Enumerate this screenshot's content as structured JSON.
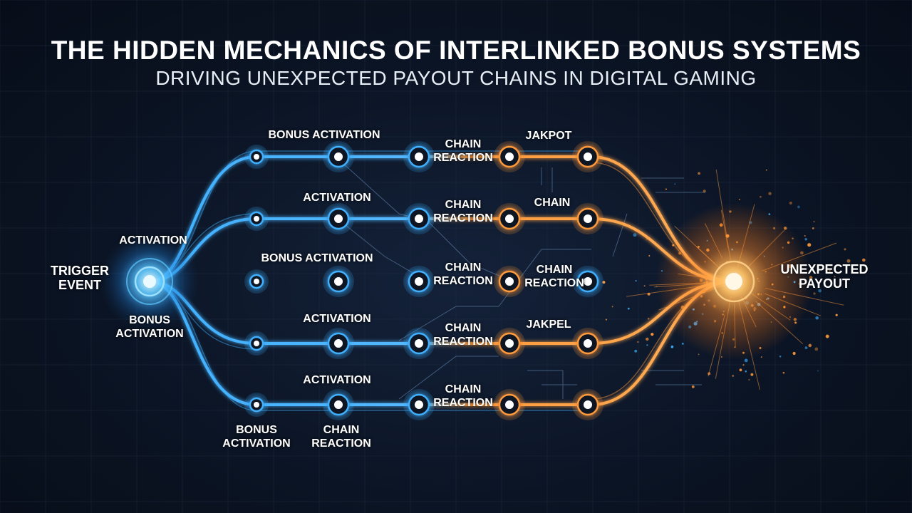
{
  "title": "THE HIDDEN MECHANICS OF INTERLINKED BONUS SYSTEMS",
  "subtitle": "DRIVING UNEXPECTED PAYOUT CHAINS IN DIGITAL GAMING",
  "colors": {
    "blue": "#3fb0ff",
    "orange": "#ff9a3c",
    "background": "#0b1424"
  },
  "labels": {
    "trigger": [
      "TRIGGER",
      "EVENT"
    ],
    "payout": [
      "UNEXPECTED",
      "PAYOUT"
    ],
    "left_top": "ACTIVATION",
    "left_bottom": [
      "BONUS",
      "ACTIVATION"
    ],
    "row1_a": "BONUS ACTIVATION",
    "row1_b": [
      "CHAIN",
      "REACTION"
    ],
    "row1_c": "JAKPOT",
    "row2_a": "ACTIVATION",
    "row2_b": [
      "CHAIN",
      "REACTION"
    ],
    "row2_c": "CHAIN",
    "row3_a": "BONUS ACTIVATION",
    "row3_b": [
      "CHAIN",
      "REACTION"
    ],
    "row3_c": [
      "CHAIN",
      "REACTION"
    ],
    "row4_a": "ACTIVATION",
    "row4_b": [
      "CHAIN",
      "REACTION"
    ],
    "row4_c": "JAKPEL",
    "row5_a": "ACTIVATION",
    "row5_b": [
      "CHAIN",
      "REACTION"
    ],
    "bottom_a": [
      "BONUS",
      "ACTIVATION"
    ],
    "bottom_b": [
      "CHAIN",
      "REACTION"
    ]
  }
}
